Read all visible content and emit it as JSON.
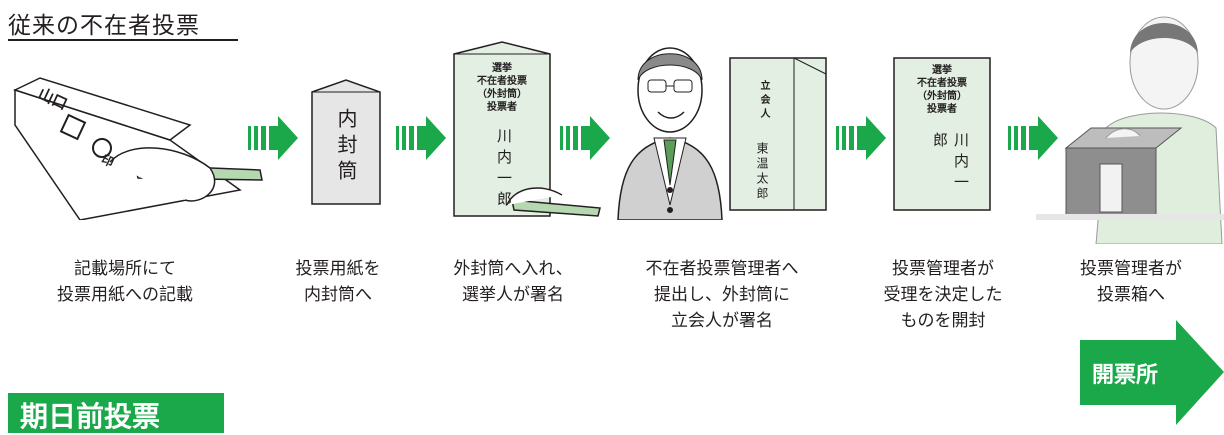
{
  "title": "従来の不在者投票",
  "captions": [
    "記載場所にて\n投票用紙への記載",
    "投票用紙を\n内封筒へ",
    "外封筒へ入れ、\n選挙人が署名",
    "不在者投票管理者へ\n提出し、外封筒に\n立会人が署名",
    "投票管理者が\n受理を決定した\nものを開封",
    "投票管理者が\n投票箱へ"
  ],
  "ballot": {
    "sample_name": "山口",
    "circle_mark": "●",
    "seal": "印"
  },
  "inner_envelope": {
    "label": "内封筒"
  },
  "outer_envelope": {
    "header": "選挙\n不在者投票\n（外封筒）\n投票者",
    "voter_name": "川内一郎"
  },
  "witness_envelope": {
    "role": "立会人",
    "name": "東温太郎"
  },
  "opened_envelope": {
    "header": "選挙\n不在者投票\n（外封筒）\n投票者",
    "voter_name": "川内一郎"
  },
  "destination": {
    "label": "開票所"
  },
  "next_section": {
    "label": "期日前投票"
  },
  "colors": {
    "arrow_green": "#1aa84a",
    "envelope_green": "#e2efe2",
    "inner_gray": "#e6e6e6"
  }
}
